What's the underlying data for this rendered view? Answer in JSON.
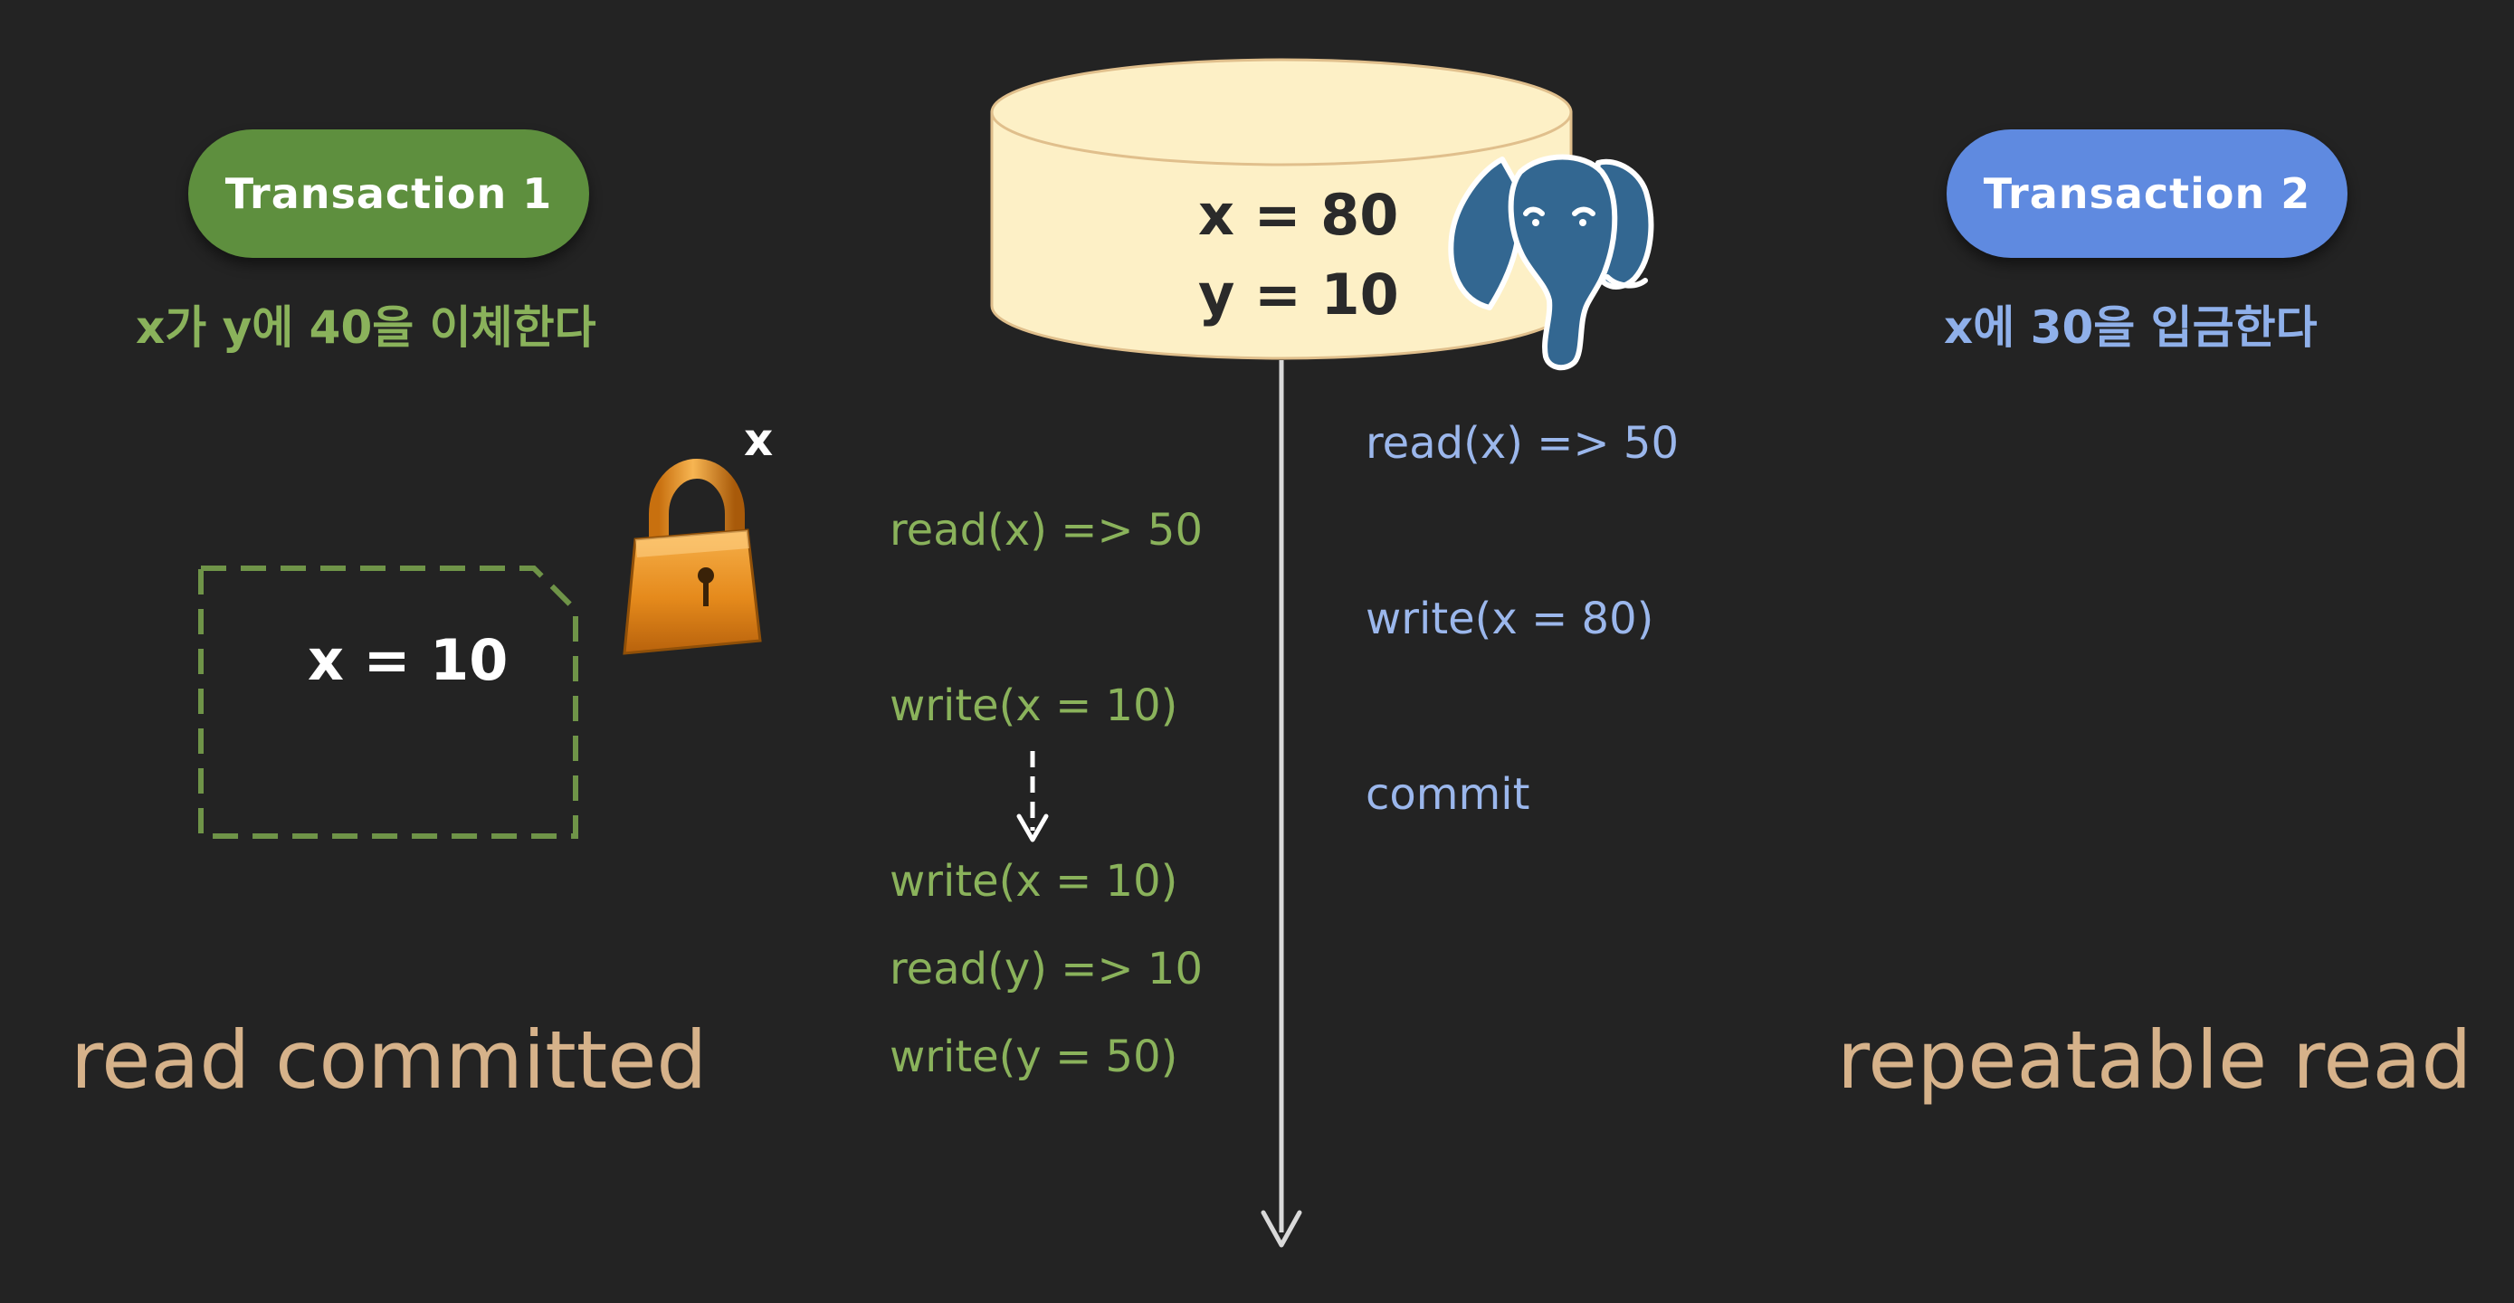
{
  "transaction1": {
    "label": "Transaction 1",
    "description": "x가 y에 40을 이체한다",
    "color": "#5e8f3e",
    "operations": [
      "read(x) => 50",
      "write(x = 10)",
      "write(x = 10)",
      "read(y) => 10",
      "write(y = 50)"
    ],
    "isolation_level": "read committed"
  },
  "transaction2": {
    "label": "Transaction 2",
    "description": "x에 30을 입금한다",
    "color": "#5f8ae0",
    "operations": [
      "read(x) => 50",
      "write(x = 80)",
      "commit"
    ],
    "isolation_level": "repeatable read"
  },
  "database": {
    "x_line": "x = 80",
    "y_line": "y = 10",
    "icon": "postgresql-elephant-icon",
    "fill": "#fdf0c6"
  },
  "lock": {
    "label": "x",
    "icon": "padlock-icon"
  },
  "snapshot": {
    "text": "x = 10"
  }
}
